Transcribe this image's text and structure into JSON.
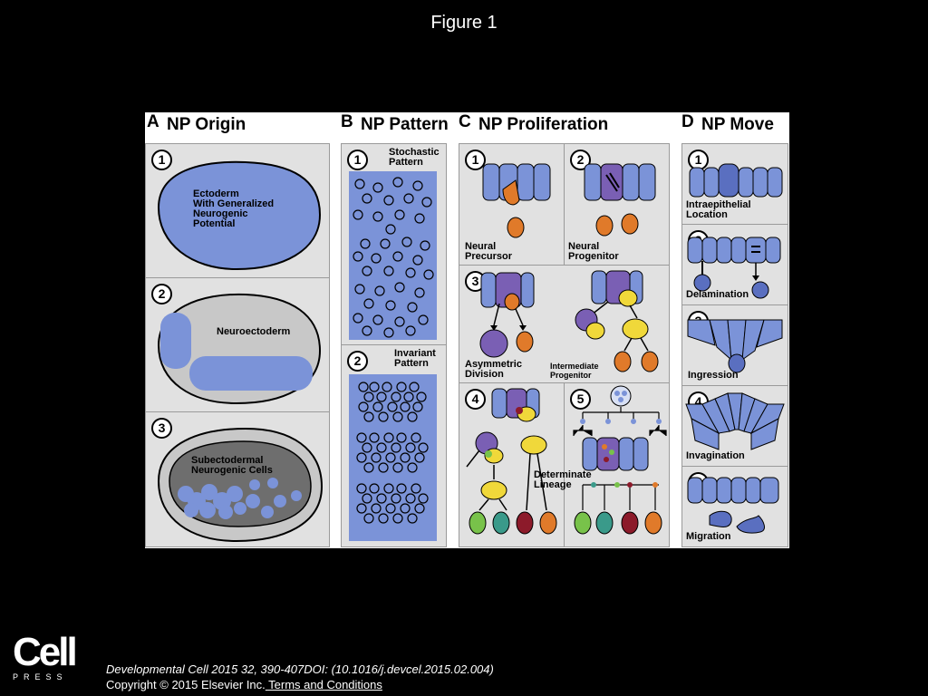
{
  "figure_title": "Figure 1",
  "panels": {
    "a": {
      "letter": "A",
      "title": "NP Origin",
      "steps": [
        "1",
        "2",
        "3"
      ],
      "labels": {
        "ectoderm": "Ectoderm\nWith Generalized\nNeurogenic\nPotential",
        "neuroectoderm": "Neuroectoderm",
        "subectodermal": "Subectodermal\nNeurogenic Cells"
      }
    },
    "b": {
      "letter": "B",
      "title": "NP Pattern",
      "steps": [
        "1",
        "2"
      ],
      "labels": {
        "stochastic": "Stochastic\nPattern",
        "invariant": "Invariant\nPattern"
      }
    },
    "c": {
      "letter": "C",
      "title": "NP Proliferation",
      "steps": [
        "1",
        "2",
        "3",
        "4",
        "5"
      ],
      "labels": {
        "precursor": "Neural\nPrecursor",
        "progenitor": "Neural\nProgenitor",
        "asymmetric": "Asymmetric\nDivision",
        "intermediate": "Intermediate\nProgenitor",
        "determinate": "Determinate\nLineage"
      }
    },
    "d": {
      "letter": "D",
      "title": "NP Move",
      "steps": [
        "1",
        "2",
        "3",
        "4",
        "5"
      ],
      "labels": {
        "intraepithelial": "Intraepithelial\nLocation",
        "delamination": "Delamination",
        "ingression": "Ingression",
        "invagination": "Invagination",
        "migration": "Migration"
      }
    }
  },
  "colors": {
    "cell_blue": "#7b93d8",
    "cell_purple": "#7a5fb4",
    "orange": "#e07a2a",
    "yellow": "#f0d83a",
    "green": "#78c24a",
    "teal": "#3a9a8a",
    "crimson": "#8c1a2a",
    "panel_grey": "#e1e1e1"
  },
  "footer": {
    "logo_word": "Cell",
    "logo_sub": "PRESS",
    "citation": "Developmental Cell 2015 32, 390-407DOI: (10.1016/j.devcel.2015.02.004)",
    "copyright": "Copyright © 2015 Elsevier Inc.",
    "terms_link": " Terms and Conditions"
  }
}
